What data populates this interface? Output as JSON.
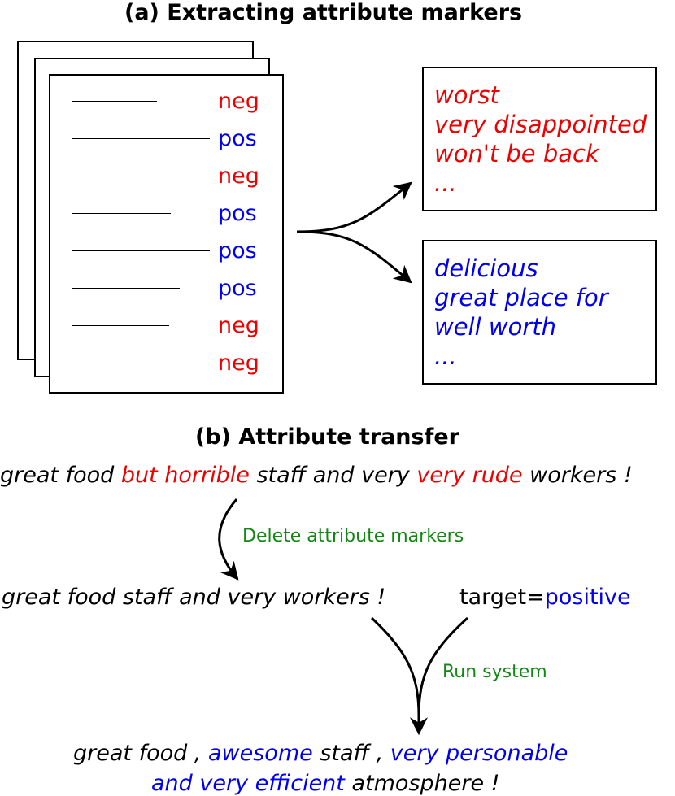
{
  "part_a": {
    "title": "(a) Extracting attribute markers",
    "rows": [
      {
        "label": "neg",
        "color": "#ee0000"
      },
      {
        "label": "pos",
        "color": "#0000ee"
      },
      {
        "label": "neg",
        "color": "#ee0000"
      },
      {
        "label": "pos",
        "color": "#0000ee"
      },
      {
        "label": "pos",
        "color": "#0000ee"
      },
      {
        "label": "pos",
        "color": "#0000ee"
      },
      {
        "label": "neg",
        "color": "#ee0000"
      },
      {
        "label": "neg",
        "color": "#ee0000"
      }
    ],
    "negative_markers": [
      "worst",
      "very disappointed",
      "won't be back",
      "..."
    ],
    "positive_markers": [
      "delicious",
      "great place for",
      "well worth",
      "..."
    ]
  },
  "part_b": {
    "title": "(b) Attribute transfer",
    "source": {
      "s1": "great food ",
      "m1": "but horrible",
      "s2": " staff and very ",
      "m2": "very rude",
      "s3": " workers !"
    },
    "delete_label": "Delete attribute markers",
    "content": "great food staff and very workers !",
    "target_prefix": "target=",
    "target_value": "positive",
    "run_label": "Run system",
    "output": {
      "s1": "great food , ",
      "m1": "awesome",
      "s2": " staff , ",
      "m2": "very personable",
      "m3": "and very efficient",
      "s3": " atmosphere !"
    }
  }
}
